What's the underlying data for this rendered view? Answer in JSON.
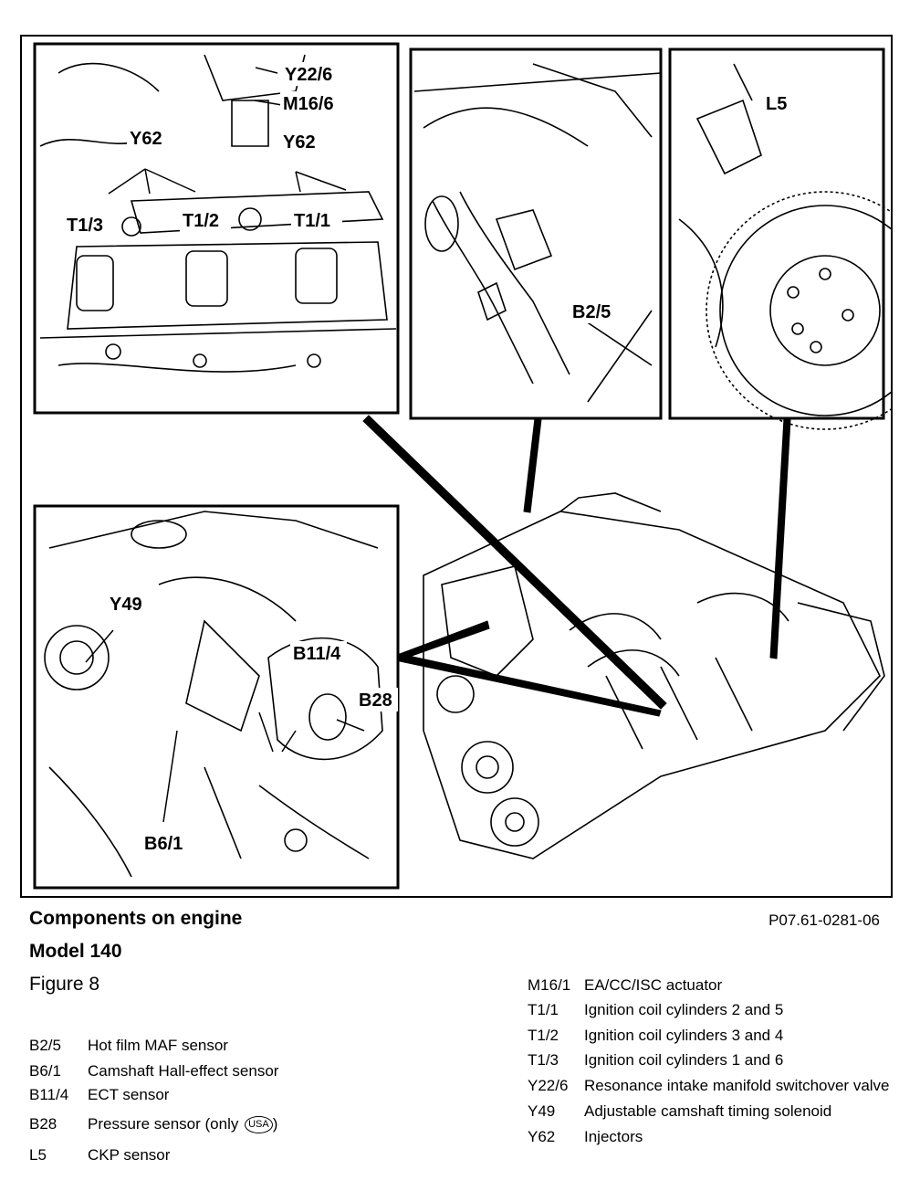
{
  "figure": {
    "labels": {
      "y22_6": "Y22/6",
      "m16_6": "M16/6",
      "y62_left": "Y62",
      "y62_right": "Y62",
      "t1_3": "T1/3",
      "t1_2": "T1/2",
      "t1_1": "T1/1",
      "b2_5": "B2/5",
      "l5": "L5",
      "y49": "Y49",
      "b11_4": "B11/4",
      "b28": "B28",
      "b6_1": "B6/1"
    }
  },
  "caption": {
    "title": "Components on engine",
    "model": "Model 140",
    "figure": "Figure 8",
    "code": "P07.61-0281-06"
  },
  "legend_left": [
    {
      "key": "B2/5",
      "value": "Hot film MAF sensor"
    },
    {
      "key": "B6/1",
      "value": "Camshaft Hall-effect sensor"
    },
    {
      "key": "B11/4",
      "value": "ECT sensor"
    },
    {
      "key": "B28",
      "value": "Pressure sensor (only",
      "badge": "USA",
      "suffix": ")"
    },
    {
      "key": "L5",
      "value": "CKP sensor"
    }
  ],
  "legend_right": [
    {
      "key": "M16/1",
      "value": "EA/CC/ISC actuator"
    },
    {
      "key": "T1/1",
      "value": "Ignition coil cylinders 2 and 5"
    },
    {
      "key": "T1/2",
      "value": "Ignition coil cylinders 3 and 4"
    },
    {
      "key": "T1/3",
      "value": "Ignition coil cylinders 1 and 6"
    },
    {
      "key": "Y22/6",
      "value": "Resonance intake manifold switchover valve"
    },
    {
      "key": "Y49",
      "value": "Adjustable camshaft timing solenoid"
    },
    {
      "key": "Y62",
      "value": "Injectors"
    }
  ]
}
